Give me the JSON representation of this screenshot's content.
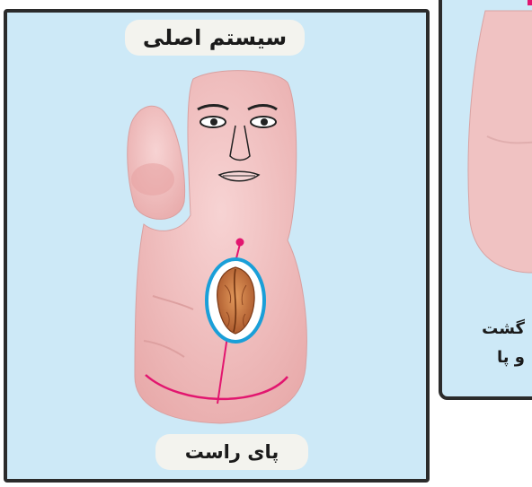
{
  "main_panel": {
    "title": "سیستم اصلی",
    "caption": "پای راست"
  },
  "side_panel": {
    "line1": "گشت",
    "line2": "و پا"
  },
  "colors": {
    "panel_background": "#cde9f7",
    "border": "#2b2b2b",
    "skin": "#f0c0c0",
    "accent_line": "#e2166f",
    "ring": "#1a9fd8",
    "nut": "#c8733a"
  },
  "icons": [
    "hand-face-illustration",
    "walnut-icon"
  ]
}
